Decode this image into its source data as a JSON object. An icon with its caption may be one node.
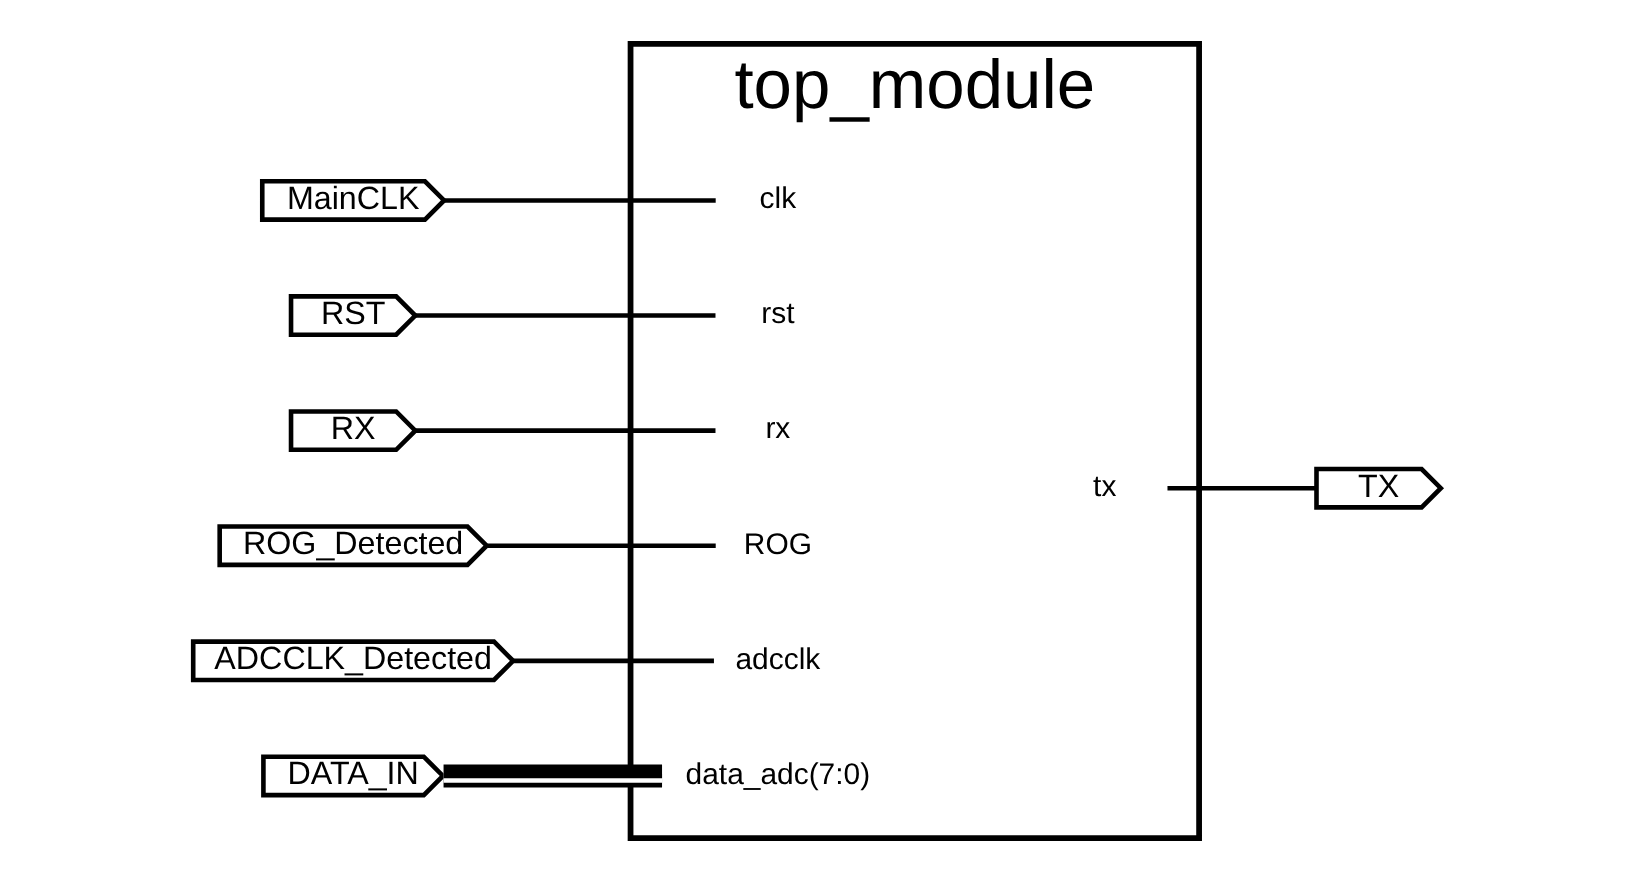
{
  "diagram": {
    "nodes": [
      {
        "text": [
          "top_module"
        ]
      },
      {
        "text": [
          "clk"
        ],
        "in": 0
      },
      {
        "text": [
          "rst"
        ],
        "in": 0
      },
      {
        "text": [
          "rx"
        ],
        "in": 0
      },
      {
        "text": [
          "ROG"
        ],
        "in": 0
      },
      {
        "text": [
          "adcclk"
        ],
        "in": 0
      },
      {
        "text": [
          "data_adc(7:0)"
        ],
        "in": 0
      },
      {
        "text": [
          "tx"
        ],
        "in": 0
      },
      {
        "text": [
          "MainCLK"
        ]
      },
      {
        "text": [
          "RST"
        ]
      },
      {
        "text": [
          "RX"
        ]
      },
      {
        "text": [
          "ROG_Detected"
        ]
      },
      {
        "text": [
          "ADCCLK_Detected"
        ]
      },
      {
        "text": [
          "DATA_IN"
        ]
      },
      {
        "text": [
          "TX"
        ]
      }
    ],
    "edges": [
      {
        "from": 8,
        "to": 1,
        "arrow": "none"
      },
      {
        "from": 9,
        "to": 2,
        "arrow": "none"
      },
      {
        "from": 10,
        "to": 3,
        "arrow": "none"
      },
      {
        "from": 11,
        "to": 4,
        "arrow": "none"
      },
      {
        "from": 12,
        "to": 5,
        "arrow": "none"
      },
      {
        "from": 13,
        "to": 6,
        "arrow": "none",
        "style": "thick"
      },
      {
        "from": 7,
        "to": 14,
        "arrow": "none"
      }
    ]
  }
}
